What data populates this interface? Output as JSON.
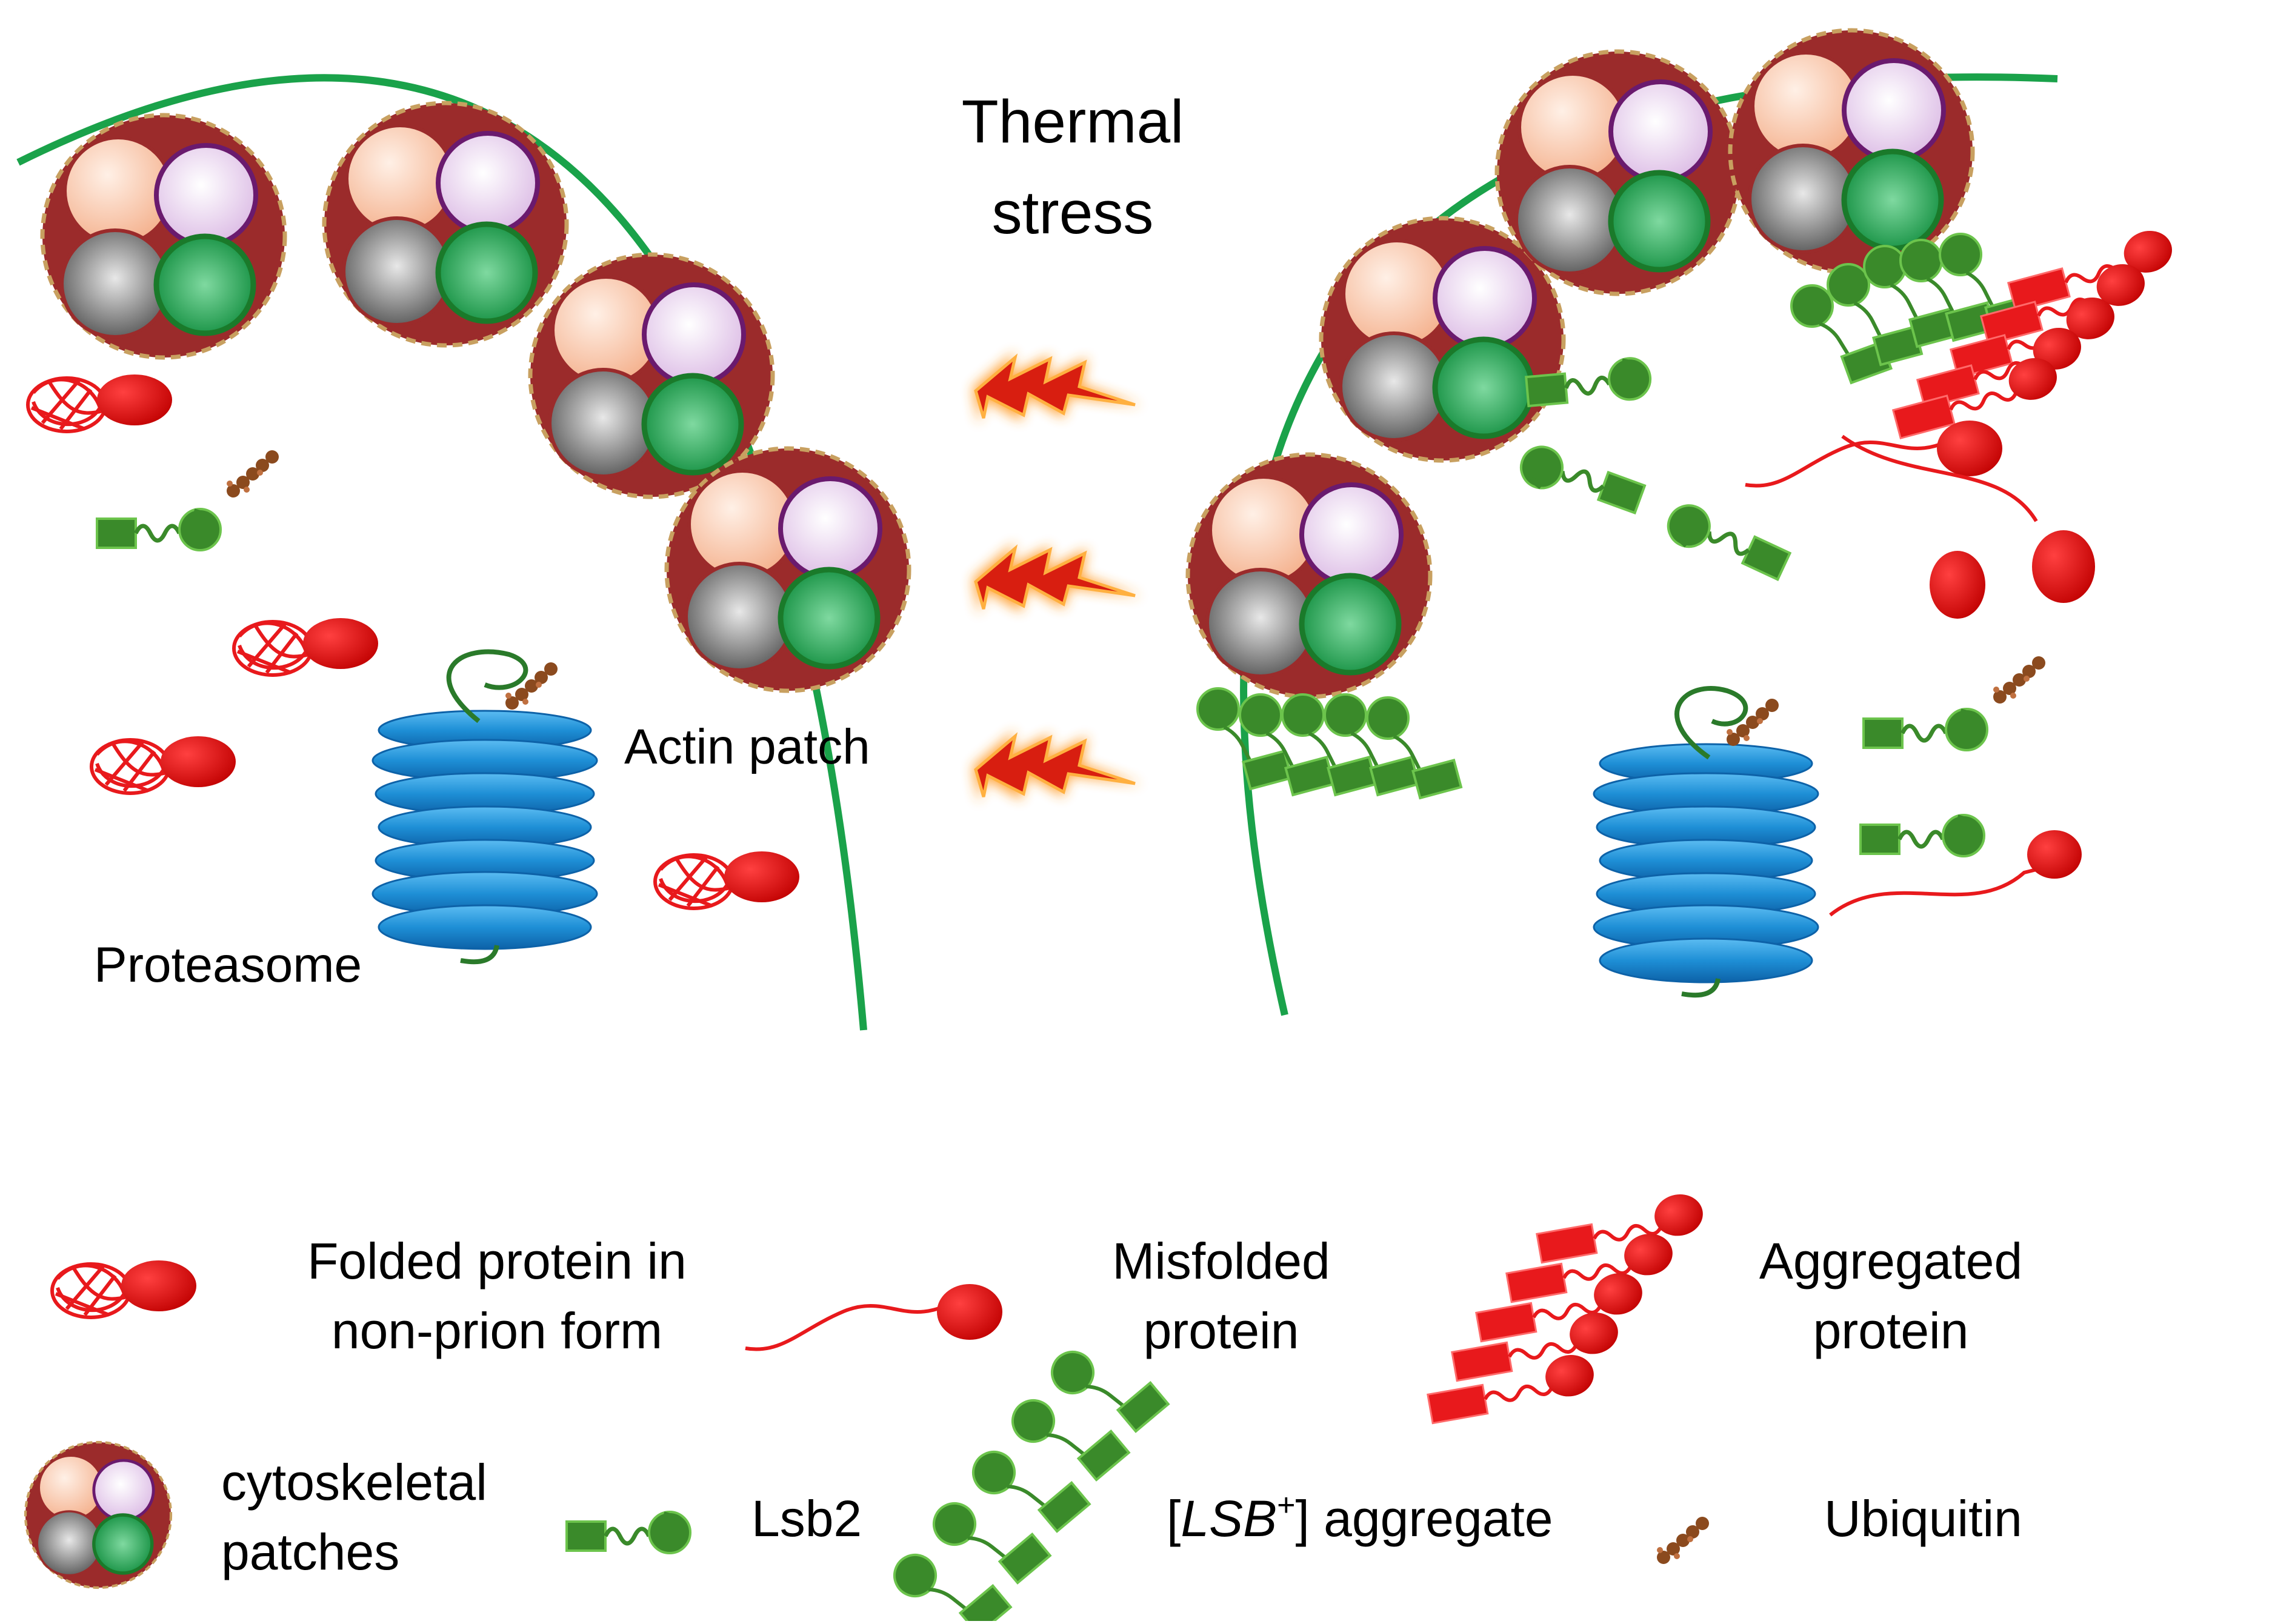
{
  "labels": {
    "thermal_stress_line1": "Thermal",
    "thermal_stress_line2": "stress",
    "actin_patch": "Actin patch",
    "proteasome": "Proteasome"
  },
  "legend": {
    "folded_line1": "Folded protein in",
    "folded_line2": "non-prion form",
    "misfolded_line1": "Misfolded",
    "misfolded_line2": "protein",
    "aggregated_line1": "Aggregated",
    "aggregated_line2": "protein",
    "cytoskeletal_line1": "cytoskeletal",
    "cytoskeletal_line2": "patches",
    "lsb2": "Lsb2",
    "lsb_aggregate_open": "[",
    "lsb_aggregate_italic": "LSB",
    "lsb_aggregate_sup": "+",
    "lsb_aggregate_rest": "] aggregate",
    "ubiquitin": "Ubiquitin"
  },
  "colors": {
    "membrane": "#1aa24a",
    "patch_fill": "#9b2b2b",
    "patch_border": "#c8a060",
    "protein_red": "#e8191c",
    "lsb_green": "#3a8a2a",
    "proteasome_blue": "#1e8fd6",
    "ubiquitin_brown": "#8b4a1e",
    "bolt_red": "#d81e10",
    "bolt_glow": "#ffa030"
  },
  "icons": {
    "stress": "lightning-bolt-icon",
    "folded": "folded-protein-icon",
    "misfolded": "misfolded-protein-icon",
    "aggregated": "aggregated-protein-icon",
    "patch": "cytoskeletal-patch-icon",
    "lsb2": "lsb2-icon",
    "lsb_aggregate": "lsb-aggregate-icon",
    "ubiquitin": "ubiquitin-icon",
    "proteasome": "proteasome-icon"
  }
}
